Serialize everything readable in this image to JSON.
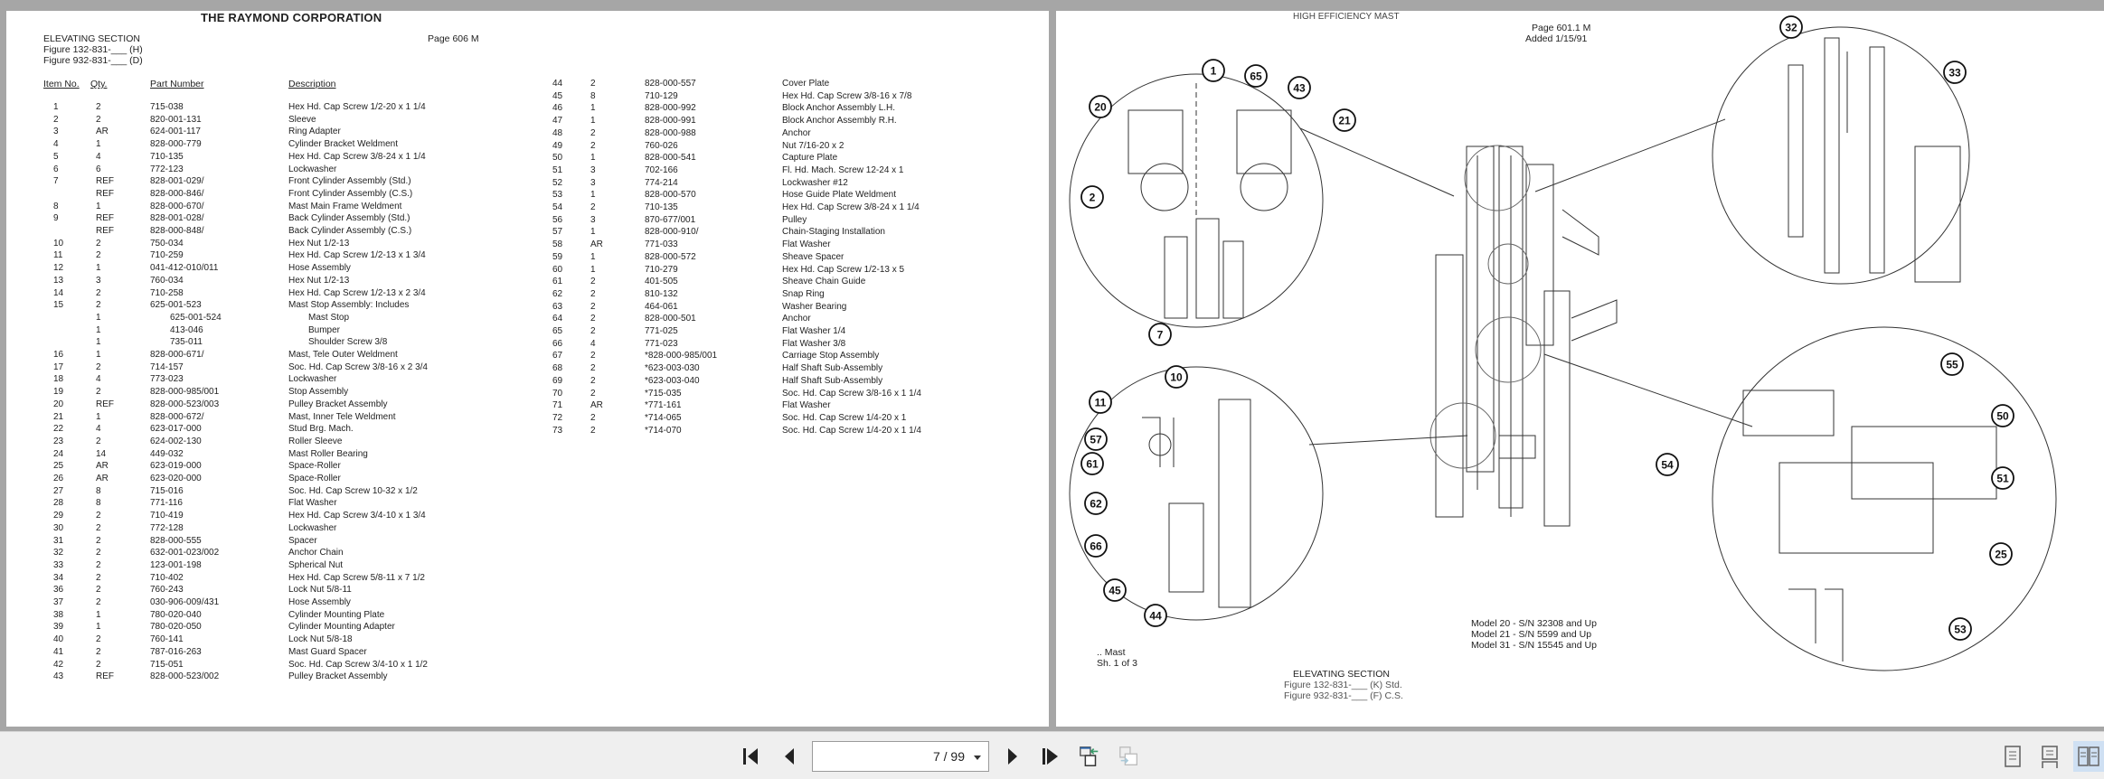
{
  "left_page": {
    "company": "THE RAYMOND CORPORATION",
    "section": "ELEVATING SECTION",
    "figure1": "Figure 132-831-___ (H)",
    "figure2": "Figure 932-831-___ (D)",
    "page_label": "Page 606 M",
    "headers": {
      "item": "Item No.",
      "qty": "Qty.",
      "part": "Part Number",
      "desc": "Description"
    },
    "col1": [
      {
        "item": "1",
        "qty": "2",
        "part": "715-038",
        "desc": "Hex Hd. Cap Screw 1/2-20 x 1 1/4"
      },
      {
        "item": "2",
        "qty": "2",
        "part": "820-001-131",
        "desc": "Sleeve"
      },
      {
        "item": "3",
        "qty": "AR",
        "part": "624-001-117",
        "desc": "Ring Adapter"
      },
      {
        "item": "4",
        "qty": "1",
        "part": "828-000-779",
        "desc": "Cylinder Bracket Weldment"
      },
      {
        "item": "5",
        "qty": "4",
        "part": "710-135",
        "desc": "Hex Hd. Cap Screw 3/8-24 x 1 1/4"
      },
      {
        "item": "6",
        "qty": "6",
        "part": "772-123",
        "desc": "Lockwasher"
      },
      {
        "item": "7",
        "qty": "REF",
        "part": "828-001-029/",
        "desc": "Front Cylinder Assembly (Std.)"
      },
      {
        "item": "",
        "qty": "REF",
        "part": "828-000-846/",
        "desc": "Front Cylinder Assembly (C.S.)"
      },
      {
        "item": "8",
        "qty": "1",
        "part": "828-000-670/",
        "desc": "Mast Main Frame Weldment"
      },
      {
        "item": "9",
        "qty": "REF",
        "part": "828-001-028/",
        "desc": "Back Cylinder Assembly (Std.)"
      },
      {
        "item": "",
        "qty": "REF",
        "part": "828-000-848/",
        "desc": "Back Cylinder Assembly (C.S.)"
      },
      {
        "item": "10",
        "qty": "2",
        "part": "750-034",
        "desc": "Hex Nut 1/2-13"
      },
      {
        "item": "11",
        "qty": "2",
        "part": "710-259",
        "desc": "Hex Hd. Cap Screw 1/2-13 x 1 3/4"
      },
      {
        "item": "12",
        "qty": "1",
        "part": "041-412-010/011",
        "desc": "Hose Assembly"
      },
      {
        "item": "13",
        "qty": "3",
        "part": "760-034",
        "desc": "Hex Nut 1/2-13"
      },
      {
        "item": "14",
        "qty": "2",
        "part": "710-258",
        "desc": "Hex Hd. Cap Screw 1/2-13 x 2 3/4"
      },
      {
        "item": "15",
        "qty": "2",
        "part": "625-001-523",
        "desc": "Mast Stop Assembly: Includes"
      },
      {
        "item": "",
        "qty": "1",
        "part": "625-001-524",
        "desc": "Mast Stop",
        "sub": true
      },
      {
        "item": "",
        "qty": "1",
        "part": "413-046",
        "desc": "Bumper",
        "sub": true
      },
      {
        "item": "",
        "qty": "1",
        "part": "735-011",
        "desc": "Shoulder Screw 3/8",
        "sub": true
      },
      {
        "item": "16",
        "qty": "1",
        "part": "828-000-671/",
        "desc": "Mast, Tele Outer Weldment"
      },
      {
        "item": "17",
        "qty": "2",
        "part": "714-157",
        "desc": "Soc. Hd. Cap Screw 3/8-16 x 2 3/4"
      },
      {
        "item": "18",
        "qty": "4",
        "part": "773-023",
        "desc": "Lockwasher"
      },
      {
        "item": "19",
        "qty": "2",
        "part": "828-000-985/001",
        "desc": "Stop Assembly"
      },
      {
        "item": "20",
        "qty": "REF",
        "part": "828-000-523/003",
        "desc": "Pulley Bracket Assembly"
      },
      {
        "item": "21",
        "qty": "1",
        "part": "828-000-672/",
        "desc": "Mast, Inner Tele Weldment"
      },
      {
        "item": "22",
        "qty": "4",
        "part": "623-017-000",
        "desc": "Stud Brg. Mach."
      },
      {
        "item": "23",
        "qty": "2",
        "part": "624-002-130",
        "desc": "Roller Sleeve"
      },
      {
        "item": "24",
        "qty": "14",
        "part": "449-032",
        "desc": "Mast Roller Bearing"
      },
      {
        "item": "25",
        "qty": "AR",
        "part": "623-019-000",
        "desc": "Space-Roller"
      },
      {
        "item": "26",
        "qty": "AR",
        "part": "623-020-000",
        "desc": "Space-Roller"
      },
      {
        "item": "27",
        "qty": "8",
        "part": "715-016",
        "desc": "Soc. Hd. Cap Screw 10-32 x 1/2"
      },
      {
        "item": "28",
        "qty": "8",
        "part": "771-116",
        "desc": "Flat Washer"
      },
      {
        "item": "29",
        "qty": "2",
        "part": "710-419",
        "desc": "Hex Hd. Cap Screw 3/4-10 x 1 3/4"
      },
      {
        "item": "30",
        "qty": "2",
        "part": "772-128",
        "desc": "Lockwasher"
      },
      {
        "item": "31",
        "qty": "2",
        "part": "828-000-555",
        "desc": "Spacer"
      },
      {
        "item": "32",
        "qty": "2",
        "part": "632-001-023/002",
        "desc": "Anchor Chain"
      },
      {
        "item": "33",
        "qty": "2",
        "part": "123-001-198",
        "desc": "Spherical Nut"
      },
      {
        "item": "34",
        "qty": "2",
        "part": "710-402",
        "desc": "Hex Hd. Cap Screw 5/8-11 x 7 1/2"
      },
      {
        "item": "36",
        "qty": "2",
        "part": "760-243",
        "desc": "Lock Nut 5/8-11"
      },
      {
        "item": "37",
        "qty": "2",
        "part": "030-906-009/431",
        "desc": "Hose Assembly"
      },
      {
        "item": "38",
        "qty": "1",
        "part": "780-020-040",
        "desc": "Cylinder Mounting Plate"
      },
      {
        "item": "39",
        "qty": "1",
        "part": "780-020-050",
        "desc": "Cylinder Mounting Adapter"
      },
      {
        "item": "40",
        "qty": "2",
        "part": "760-141",
        "desc": "Lock Nut 5/8-18"
      },
      {
        "item": "41",
        "qty": "2",
        "part": "787-016-263",
        "desc": "Mast Guard Spacer"
      },
      {
        "item": "42",
        "qty": "2",
        "part": "715-051",
        "desc": "Soc. Hd. Cap Screw 3/4-10 x 1 1/2"
      },
      {
        "item": "43",
        "qty": "REF",
        "part": "828-000-523/002",
        "desc": "Pulley Bracket Assembly"
      }
    ],
    "col2": [
      {
        "item": "44",
        "qty": "2",
        "part": "828-000-557",
        "desc": "Cover Plate"
      },
      {
        "item": "45",
        "qty": "8",
        "part": "710-129",
        "desc": "Hex Hd. Cap Screw 3/8-16 x 7/8"
      },
      {
        "item": "46",
        "qty": "1",
        "part": "828-000-992",
        "desc": "Block Anchor Assembly L.H."
      },
      {
        "item": "47",
        "qty": "1",
        "part": "828-000-991",
        "desc": "Block Anchor Assembly R.H."
      },
      {
        "item": "48",
        "qty": "2",
        "part": "828-000-988",
        "desc": "Anchor"
      },
      {
        "item": "49",
        "qty": "2",
        "part": "760-026",
        "desc": "Nut 7/16-20 x 2"
      },
      {
        "item": "50",
        "qty": "1",
        "part": "828-000-541",
        "desc": "Capture Plate"
      },
      {
        "item": "51",
        "qty": "3",
        "part": "702-166",
        "desc": "Fl. Hd. Mach. Screw 12-24 x 1"
      },
      {
        "item": "52",
        "qty": "3",
        "part": "774-214",
        "desc": "Lockwasher #12"
      },
      {
        "item": "53",
        "qty": "1",
        "part": "828-000-570",
        "desc": "Hose Guide Plate Weldment"
      },
      {
        "item": "54",
        "qty": "2",
        "part": "710-135",
        "desc": "Hex Hd. Cap Screw 3/8-24 x 1 1/4"
      },
      {
        "item": "56",
        "qty": "3",
        "part": "870-677/001",
        "desc": "Pulley"
      },
      {
        "item": "57",
        "qty": "1",
        "part": "828-000-910/",
        "desc": "Chain-Staging Installation"
      },
      {
        "item": "58",
        "qty": "AR",
        "part": "771-033",
        "desc": "Flat Washer"
      },
      {
        "item": "59",
        "qty": "1",
        "part": "828-000-572",
        "desc": "Sheave Spacer"
      },
      {
        "item": "60",
        "qty": "1",
        "part": "710-279",
        "desc": "Hex Hd. Cap Screw 1/2-13 x 5"
      },
      {
        "item": "61",
        "qty": "2",
        "part": "401-505",
        "desc": "Sheave Chain Guide"
      },
      {
        "item": "62",
        "qty": "2",
        "part": "810-132",
        "desc": "Snap Ring"
      },
      {
        "item": "63",
        "qty": "2",
        "part": "464-061",
        "desc": "Washer Bearing"
      },
      {
        "item": "64",
        "qty": "2",
        "part": "828-000-501",
        "desc": "Anchor"
      },
      {
        "item": "65",
        "qty": "2",
        "part": "771-025",
        "desc": "Flat Washer 1/4"
      },
      {
        "item": "66",
        "qty": "4",
        "part": "771-023",
        "desc": "Flat Washer 3/8"
      },
      {
        "item": "67",
        "qty": "2",
        "part": "*828-000-985/001",
        "desc": "Carriage Stop Assembly"
      },
      {
        "item": "68",
        "qty": "2",
        "part": "*623-003-030",
        "desc": "Half Shaft Sub-Assembly"
      },
      {
        "item": "69",
        "qty": "2",
        "part": "*623-003-040",
        "desc": "Half Shaft Sub-Assembly"
      },
      {
        "item": "70",
        "qty": "2",
        "part": "*715-035",
        "desc": "Soc. Hd. Cap Screw 3/8-16 x 1 1/4"
      },
      {
        "item": "71",
        "qty": "AR",
        "part": "*771-161",
        "desc": "Flat Washer"
      },
      {
        "item": "72",
        "qty": "2",
        "part": "*714-065",
        "desc": "Soc. Hd. Cap Screw 1/4-20 x 1"
      },
      {
        "item": "73",
        "qty": "2",
        "part": "*714-070",
        "desc": "Soc. Hd. Cap Screw 1/4-20 x 1 1/4"
      }
    ]
  },
  "right_page": {
    "title": "HIGH EFFICIENCY MAST",
    "page_label": "Page 601.1 M",
    "added": "Added 1/15/91",
    "callouts": [
      "1",
      "65",
      "43",
      "20",
      "21",
      "2",
      "7",
      "32",
      "33",
      "10",
      "11",
      "57",
      "61",
      "62",
      "66",
      "45",
      "44",
      "55",
      "50",
      "51",
      "54",
      "25",
      "53"
    ],
    "models": [
      "Model 20 - S/N 32308 and Up",
      "Model 21 - S/N 5599 and Up",
      "Model 31 - S/N 15545 and Up"
    ],
    "mast_note": ".. Mast",
    "sheet": "Sh. 1 of 3",
    "section": "ELEVATING SECTION",
    "figure1": "Figure 132-831-___ (K) Std.",
    "figure2": "Figure 932-831-___ (F) C.S."
  },
  "toolbar": {
    "page_indicator": "7 / 99",
    "first_page_icon": "first-page-icon",
    "prev_page_icon": "prev-page-icon",
    "next_page_icon": "next-page-icon",
    "last_page_icon": "last-page-icon",
    "active_view": "two-page"
  },
  "colors": {
    "viewer_bg": "#a6a6a6",
    "toolbar_bg": "#efefef",
    "active_view_bg": "#cfe0f3"
  }
}
